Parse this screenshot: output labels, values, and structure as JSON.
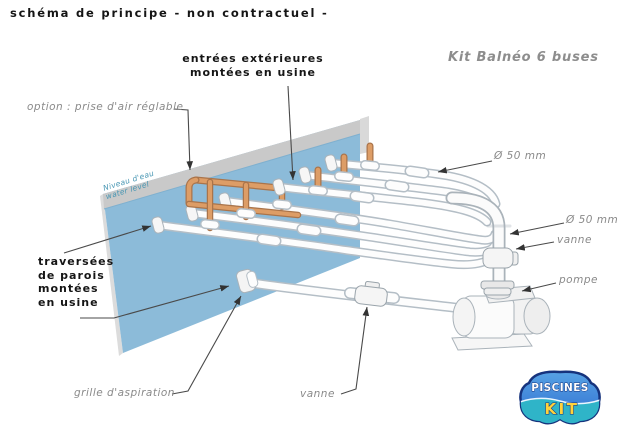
{
  "title": "schéma de principe  -  non contractuel  -",
  "diagram_title": "Kit Balnéo 6 buses",
  "labels": {
    "entrees": "entrées extérieures\nmontées en usine",
    "option_air": "option : prise d'air réglable",
    "diameter_top": "Ø 50 mm",
    "diameter_mid": "Ø 50 mm",
    "vanne_right": "vanne",
    "pompe": "pompe",
    "traversees": "traversées\nde parois\nmontées\nen usine",
    "grille": "grille d'aspiration",
    "vanne_bottom": "vanne",
    "water_level": "Niveau d'eau\nwater level"
  },
  "logo": {
    "line1": "PISCINES",
    "line2": "KIT"
  },
  "colors": {
    "wall_blue": "#8cbbd9",
    "wall_gray_band": "#c9c9c9",
    "pipe_white": "#fdfdfd",
    "pipe_outline": "#b4bec6",
    "copper_orange": "#dd9d66",
    "copper_outline": "#aa744a",
    "label_black": "#151515",
    "label_gray": "#8a8a8a",
    "water_text_teal": "#4796b3",
    "logo_navy": "#16337d",
    "logo_blue": "#3b82d8",
    "logo_teal": "#2fb4c8",
    "logo_yellow": "#ffd23b"
  }
}
